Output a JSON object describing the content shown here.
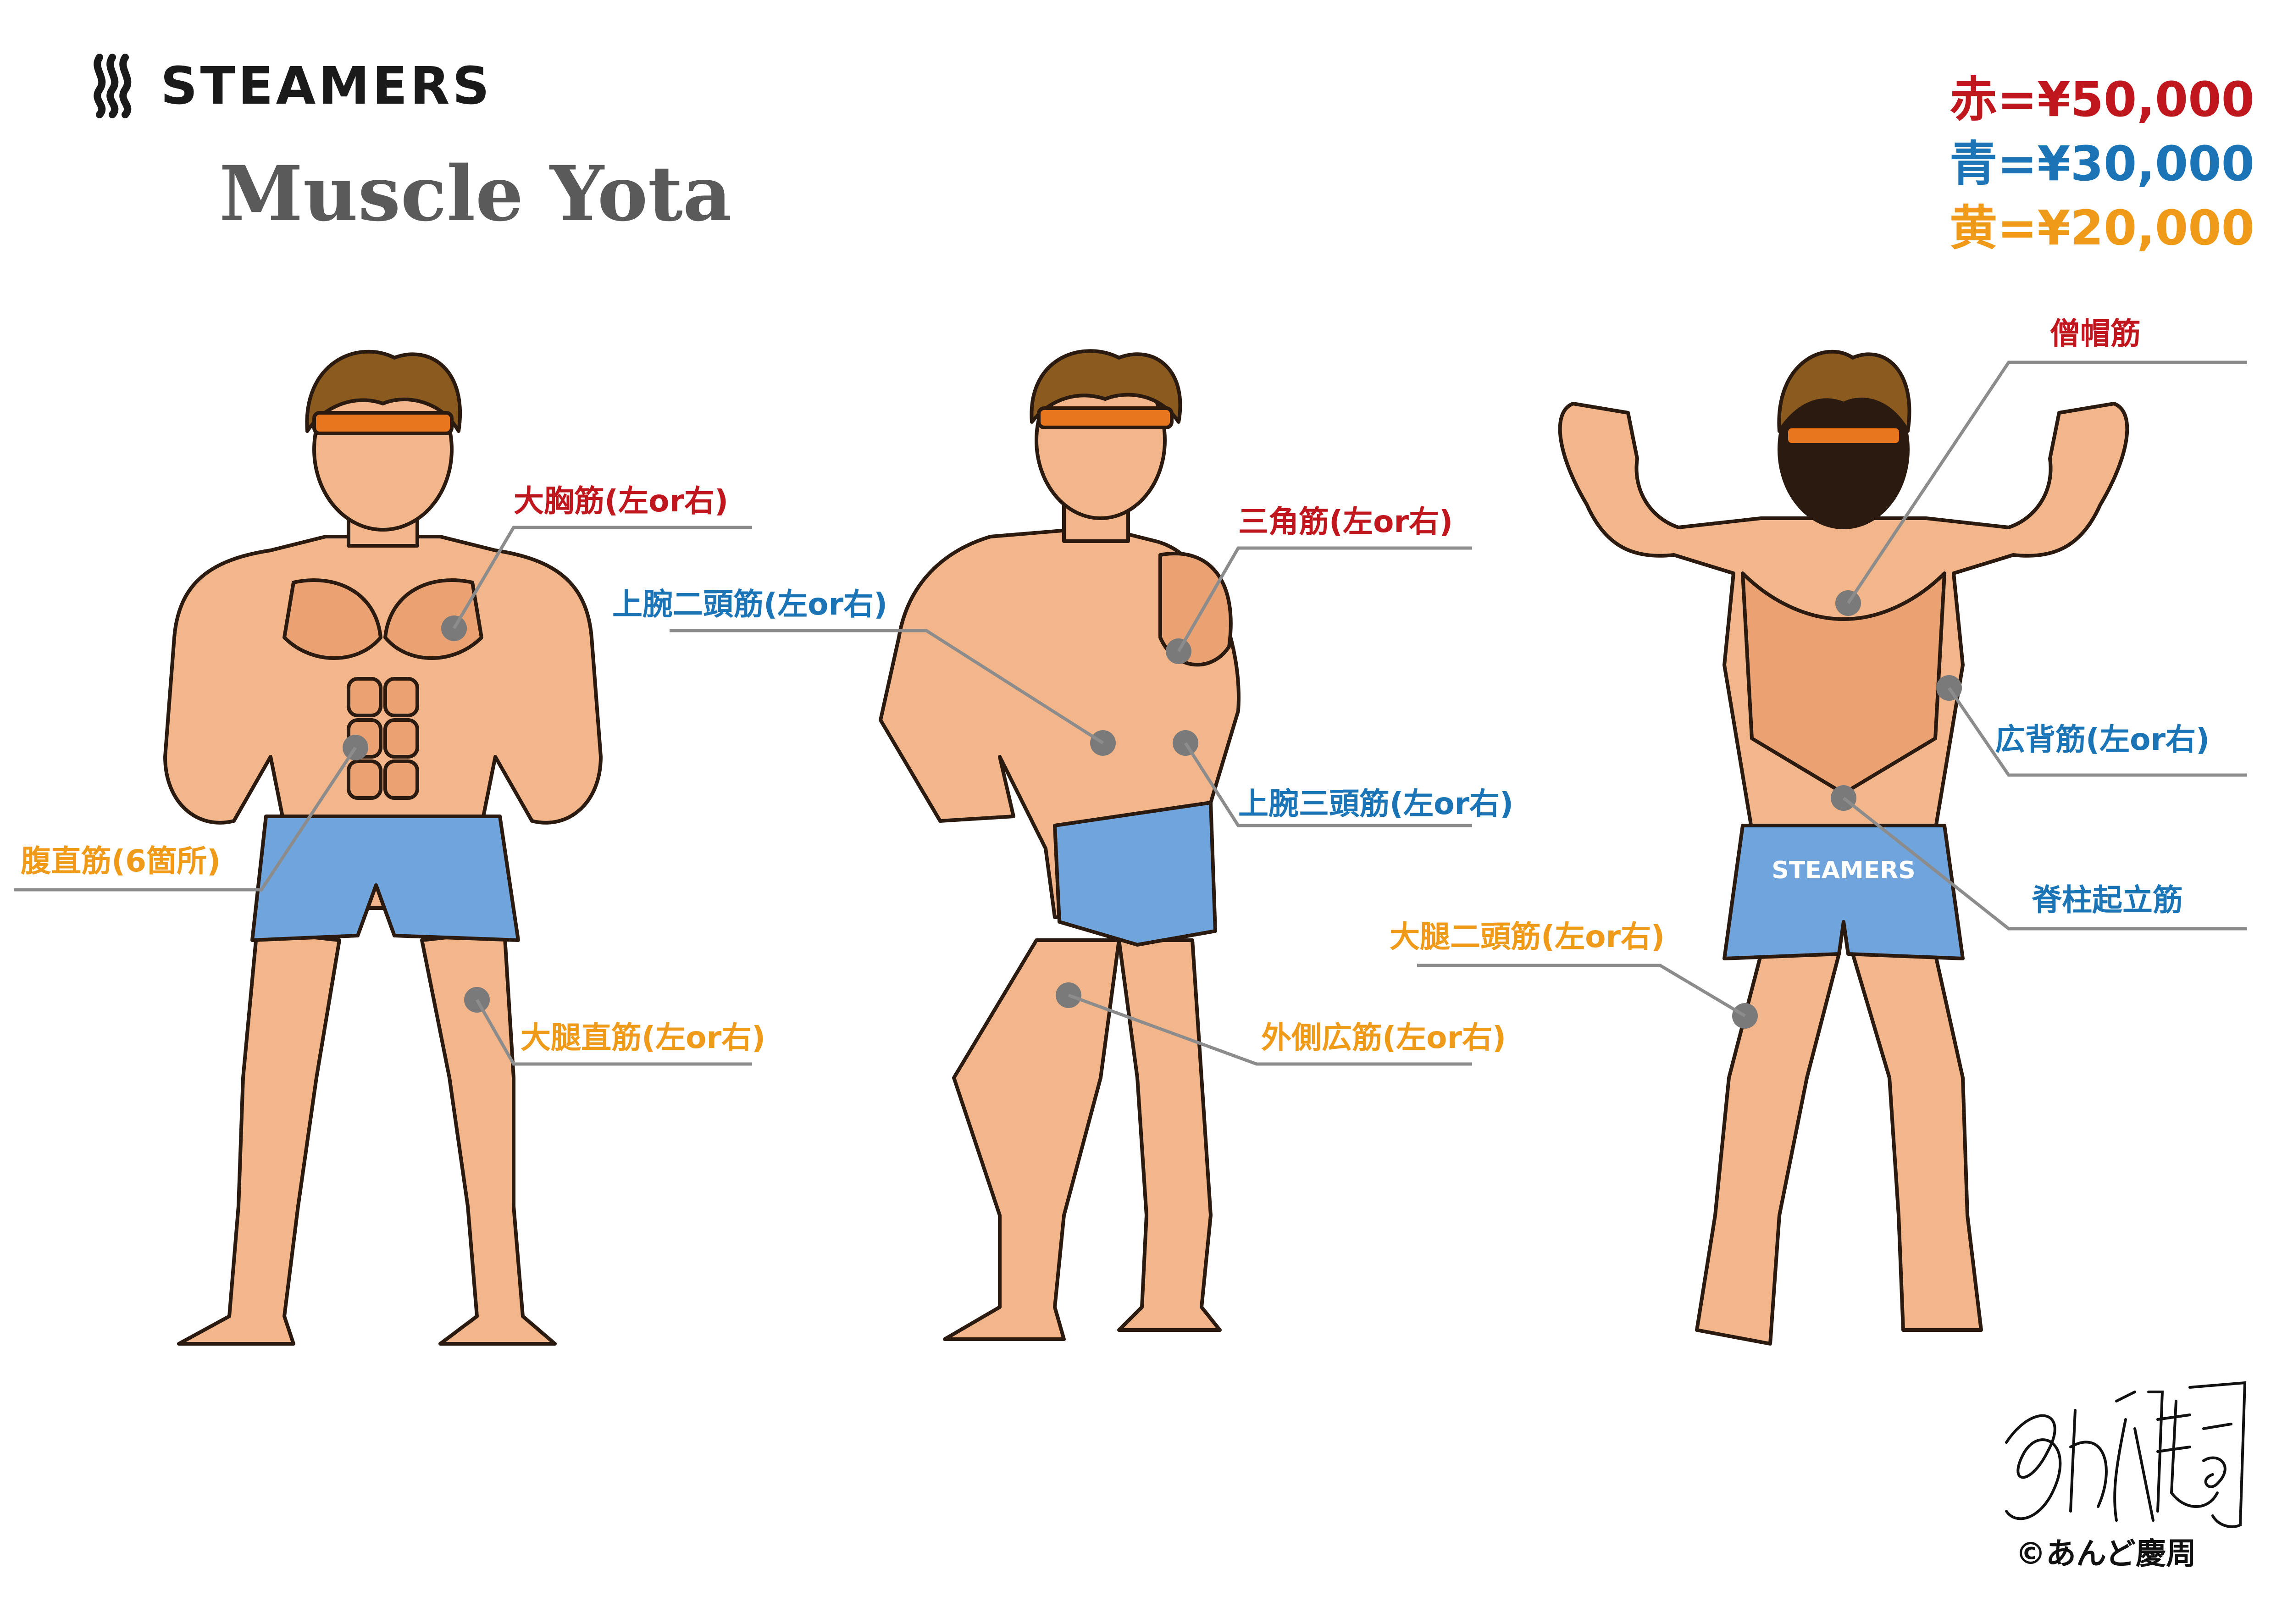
{
  "brand": {
    "name": "STEAMERS",
    "icon": "steam-icon"
  },
  "title": "Muscle Yota",
  "prices": [
    {
      "text": "赤=¥50,000",
      "color": "#c0161d"
    },
    {
      "text": "青=¥30,000",
      "color": "#1a74b6"
    },
    {
      "text": "黄=¥20,000",
      "color": "#ef9a18"
    }
  ],
  "labels": {
    "pectoralis": "大胸筋(左or右)",
    "rectus_abdominis": "腹直筋(6箇所)",
    "rectus_femoris": "大腿直筋(左or右)",
    "deltoid": "三角筋(左or右)",
    "biceps": "上腕二頭筋(左or右)",
    "triceps": "上腕三頭筋(左or右)",
    "vastus_lateralis": "外側広筋(左or右)",
    "trapezius": "僧帽筋",
    "latissimus": "広背筋(左or右)",
    "erector_spinae": "脊柱起立筋",
    "hamstrings": "大腿二頭筋(左or右)"
  },
  "shorts_logo": "STEAMERS",
  "copyright": "©あんど慶周",
  "colors": {
    "skin": "#f3b68a",
    "skin_shadow": "#d98a5a",
    "hair": "#8a5a1e",
    "headband": "#e8761e",
    "shorts": "#6fa5dc",
    "leader_line": "#8c8c8c",
    "dot": "#7a7a7a"
  }
}
